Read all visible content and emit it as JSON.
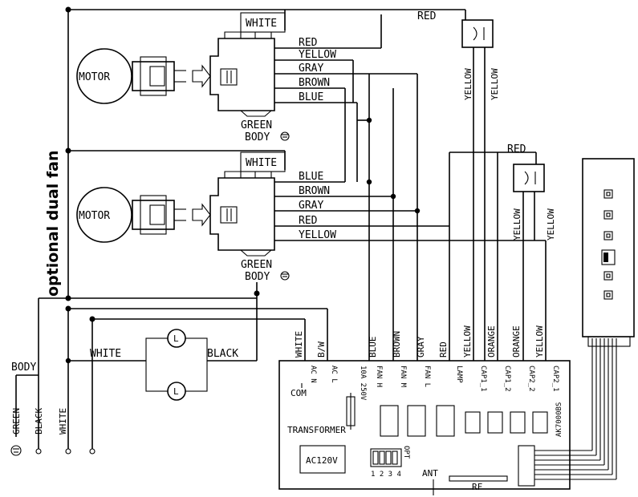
{
  "motors": [
    {
      "label": "MOTOR"
    },
    {
      "label": "MOTOR"
    }
  ],
  "connector1": {
    "top_label": "WHITE",
    "wires": [
      "RED",
      "YELLOW",
      "GRAY",
      "BROWN",
      "BLUE"
    ],
    "ground_label": "GREEN",
    "body_label": "BODY"
  },
  "connector2": {
    "top_label": "WHITE",
    "wires": [
      "BLUE",
      "BROWN",
      "GRAY",
      "RED",
      "YELLOW"
    ],
    "ground_label": "GREEN",
    "body_label": "BODY"
  },
  "top_red": "RED",
  "cap1_red": "RED",
  "cap_yellows": [
    "YELLOW",
    "YELLOW"
  ],
  "cap2_yellows": [
    "YELLOW",
    "YELLOW"
  ],
  "side_label": "optional dual fan",
  "lamp": {
    "left_wire": "WHITE",
    "right_wire": "BLACK",
    "symbol": "L"
  },
  "mains": {
    "body": "BODY",
    "wires": [
      "GREEN",
      "BLACK",
      "WHITE"
    ]
  },
  "board": {
    "wire_labels": [
      "WHITE",
      "B/W",
      "BLUE",
      "BROWN",
      "GRAY",
      "RED",
      "YELLOW",
      "ORANGE",
      "ORANGE",
      "YELLOW"
    ],
    "terminals": [
      "AC N",
      "AC L",
      "FAN H",
      "FAN M",
      "FAN L",
      "LAMP",
      "CAP1_1",
      "CAP1_2",
      "CAP2_2",
      "CAP2_1"
    ],
    "com": "COM",
    "fuse": "10A 250V",
    "model": "AK7000BS",
    "transformer": "TRANSFORMER",
    "voltage": "AC120V",
    "opt": "OPT",
    "switch_nums": "1 2 3 4",
    "antenna": "ANT",
    "rf": "RF"
  }
}
